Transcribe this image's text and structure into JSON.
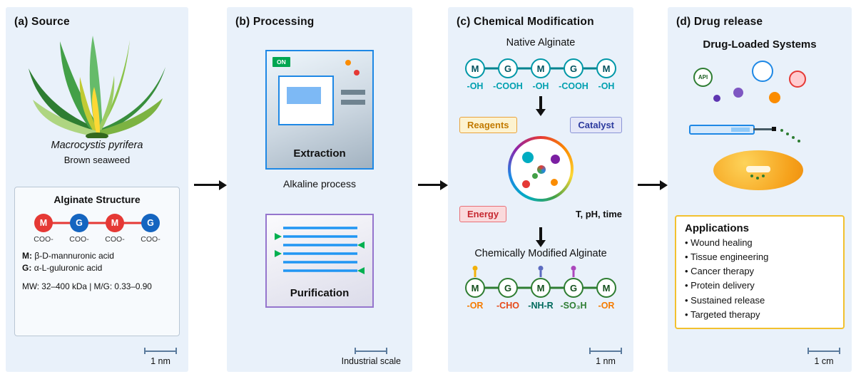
{
  "colors": {
    "panel_bg": "#e9f1fa",
    "m_unit": "#e53935",
    "g_unit": "#1565c0",
    "native_teal": "#0097a7",
    "modified_green": "#2e7d32",
    "reagents_accent": "#e8a33d",
    "catalyst_accent": "#8a94d6",
    "energy_accent": "#e87078",
    "applications_border": "#f2c12e",
    "arrow_black": "#111111"
  },
  "panel_a": {
    "title": "(a) Source",
    "species": "Macrocystis pyrifera",
    "common_name": "Brown seaweed",
    "structure": {
      "title": "Alginate Structure",
      "units": [
        "M",
        "G",
        "M",
        "G"
      ],
      "unit_groups": [
        "COO-",
        "COO-",
        "COO-",
        "COO-"
      ],
      "legend": [
        {
          "key": "M:",
          "text": "β-D-mannuronic acid"
        },
        {
          "key": "G:",
          "text": "α-L-guluronic acid"
        }
      ],
      "properties": "MW: 32–400 kDa | M/G: 0.33–0.90"
    },
    "scale_label": "1 nm"
  },
  "panel_b": {
    "title": "(b) Processing",
    "power_label": "ON",
    "extraction_label": "Extraction",
    "extraction_caption": "Alkaline process",
    "purification_label": "Purification",
    "scale_label": "Industrial scale"
  },
  "panel_c": {
    "title": "(c) Chemical Modification",
    "native_title": "Native Alginate",
    "native_units": [
      "M",
      "G",
      "M",
      "G",
      "M"
    ],
    "native_groups": [
      "-OH",
      "-COOH",
      "-OH",
      "-COOH",
      "-OH"
    ],
    "reagents_label": "Reagents",
    "catalyst_label": "Catalyst",
    "energy_label": "Energy",
    "conditions": "T, pH, time",
    "modified_title": "Chemically Modified Alginate",
    "modified_units": [
      "M",
      "G",
      "M",
      "G",
      "M"
    ],
    "modified_groups": [
      "-OR",
      "-CHO",
      "-NH-R",
      "-SO₃H",
      "-OR"
    ],
    "scale_label": "1 nm"
  },
  "panel_d": {
    "title": "(d) Drug release",
    "systems_title": "Drug-Loaded Systems",
    "api_label": "API",
    "applications_title": "Applications",
    "applications": [
      "Wound healing",
      "Tissue engineering",
      "Cancer therapy",
      "Protein delivery",
      "Sustained release",
      "Targeted therapy"
    ],
    "scale_label": "1 cm"
  }
}
